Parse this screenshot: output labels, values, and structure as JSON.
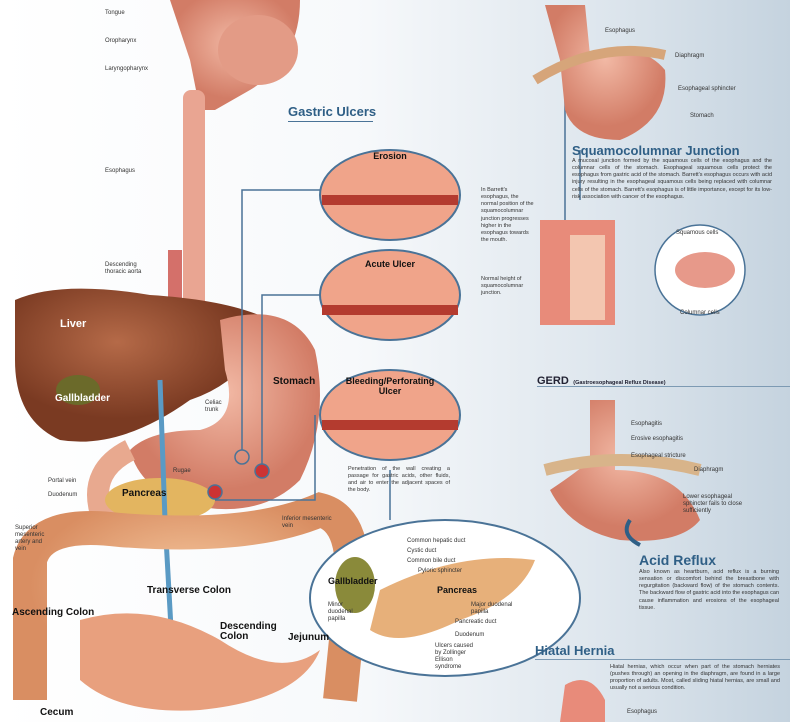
{
  "left_labels": {
    "tongue": "Tongue",
    "oropharynx": "Oropharynx",
    "laryngopharynx": "Laryngopharynx",
    "esophagus": "Esophagus",
    "aorta": "Descending thoracic aorta",
    "celiac": "Celiac trunk",
    "rugae": "Rugae",
    "portal_vein": "Portal vein",
    "duodenum": "Duodenum",
    "sma": "Superior mesenteric artery and vein",
    "imv": "Inferior mesenteric vein"
  },
  "organs": {
    "liver": "Liver",
    "gallbladder": "Gallbladder",
    "stomach": "Stomach",
    "pancreas": "Pancreas",
    "transverse_colon": "Transverse Colon",
    "ascending_colon": "Ascending Colon",
    "descending_colon": "Descending Colon",
    "jejunum": "Jejunum",
    "cecum": "Cecum"
  },
  "gastric_ulcers": {
    "title": "Gastric Ulcers",
    "erosion": "Erosion",
    "acute": "Acute Ulcer",
    "bleeding": "Bleeding/Perforating Ulcer",
    "note": "Penetration of the wall creating a passage for gastric acids, other fluids, and air to enter the adjacent spaces of the body."
  },
  "inset_pancreas": {
    "gallbladder": "Gallbladder",
    "pancreas": "Pancreas",
    "labels": [
      "Common hepatic duct",
      "Cystic duct",
      "Common bile duct",
      "Pyloric sphincter",
      "Major duodenal papilla",
      "Pancreatic duct",
      "Duodenum",
      "Ulcers caused by Zollinger Ellison syndrome"
    ],
    "minor": "Minor duodenal papilla"
  },
  "top_right": {
    "labels": [
      "Esophagus",
      "Diaphragm",
      "Esophageal sphincter",
      "Stomach"
    ]
  },
  "squamo": {
    "title": "Squamocolumnar Junction",
    "text": "A mucosal junction formed by the squamous cells of the esophagus and the columnar cells of the stomach. Esophageal squamous cells protect the esophagus from gastric acid of the stomach. Barrett's esophagus occurs with acid injury resulting in the esophageal squamous cells being replaced with columnar cells of the stomach. Barrett's esophagus is of little importance, except for its low-risk association with cancer of the esophagus.",
    "barrett": "In Barrett's esophagus, the normal position of the squamocolumnar junction progresses higher in the esophagus towards the mouth.",
    "normal": "Normal height of squamocolumnar junction.",
    "squamous": "Squamous cells",
    "columnar": "Columnar cells"
  },
  "gerd": {
    "title": "GERD",
    "subtitle": "(Gastroesophageal Reflux Disease)",
    "labels": [
      "Esophagitis",
      "Erosive esophagitis",
      "Esophageal stricture",
      "Diaphragm"
    ],
    "les": "Lower esophageal sphincter fails to close sufficiently"
  },
  "acid": {
    "title": "Acid Reflux",
    "text": "Also known as heartburn, acid reflux is a burning sensation or discomfort behind the breastbone with regurgitation (backward flow) of the stomach contents. The backward flow of gastric acid into the esophagus can cause inflammation and erosions of the esophageal tissue."
  },
  "hiatal": {
    "title": "Hiatal Hernia",
    "text": "Hiatal hernias, which occur when part of the stomach herniates (pushes through) an opening in the diaphragm, are found in a large proportion of adults. Most, called sliding hiatal hernias, are small and usually not a serious condition.",
    "esophagus": "Esophagus"
  }
}
